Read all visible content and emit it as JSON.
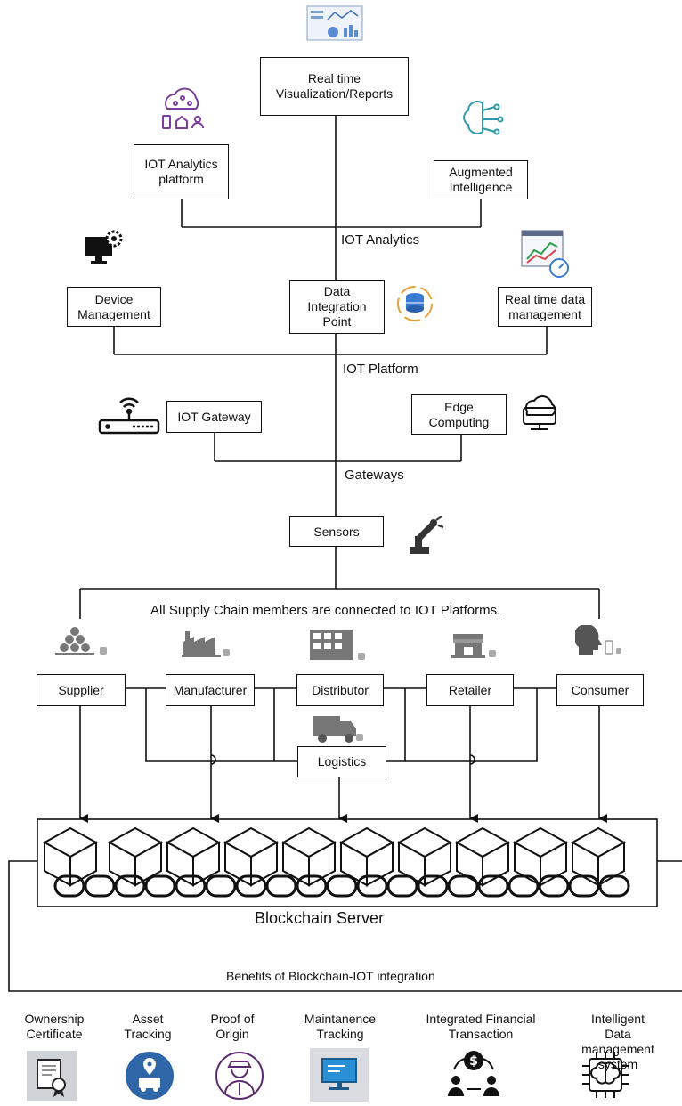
{
  "analytics": {
    "visualization": "Real time\nVisualization/Reports",
    "analytics_platform": "IOT Analytics\nplatform",
    "augmented_intelligence": "Augmented\nIntelligence",
    "label": "IOT Analytics"
  },
  "platform": {
    "device_management": "Device\nManagement",
    "data_integration": "Data\nIntegration\nPoint",
    "realtime_data": "Real time data\nmanagement",
    "label": "IOT Platform"
  },
  "gateways": {
    "iot_gateway": "IOT Gateway",
    "edge_computing": "Edge\nComputing",
    "label": "Gateways"
  },
  "sensors": {
    "label": "Sensors"
  },
  "supply_chain": {
    "caption": "All Supply Chain members are connected to IOT Platforms.",
    "members": [
      "Supplier",
      "Manufacturer",
      "Distributor",
      "Retailer",
      "Consumer"
    ],
    "logistics": "Logistics"
  },
  "blockchain": {
    "title": "Blockchain Server"
  },
  "benefits": {
    "title": "Benefits of Blockchain-IOT integration",
    "items": [
      {
        "label": "Ownership\nCertificate",
        "icon": "certificate-icon"
      },
      {
        "label": "Asset\nTracking",
        "icon": "location-truck-icon"
      },
      {
        "label": "Proof of\nOrigin",
        "icon": "officer-icon"
      },
      {
        "label": "Maintanence\nTracking",
        "icon": "monitor-icon"
      },
      {
        "label": "Integrated Financial\nTransaction",
        "icon": "money-exchange-icon"
      },
      {
        "label": "Intelligent Data\nmanagement system",
        "icon": "brain-chip-icon"
      }
    ]
  }
}
